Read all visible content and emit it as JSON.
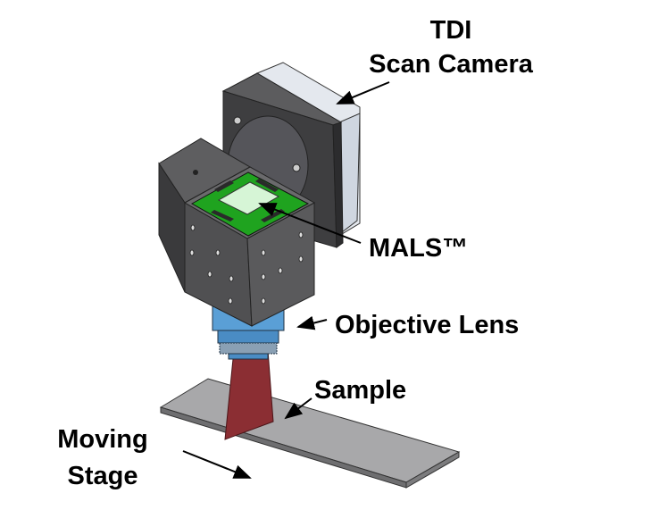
{
  "labels": {
    "camera_line1": "TDI",
    "camera_line2": "Scan Camera",
    "mals": "MALS™",
    "objective": "Objective Lens",
    "sample": "Sample",
    "stage_line1": "Moving",
    "stage_line2": "Stage"
  },
  "colors": {
    "housing": "#4a4a4c",
    "pcb": "#1fa31f",
    "chip": "#d6f5d6",
    "lens": "#5a9fd6",
    "beam": "#8b2e33",
    "stage": "#9a9a9c"
  }
}
